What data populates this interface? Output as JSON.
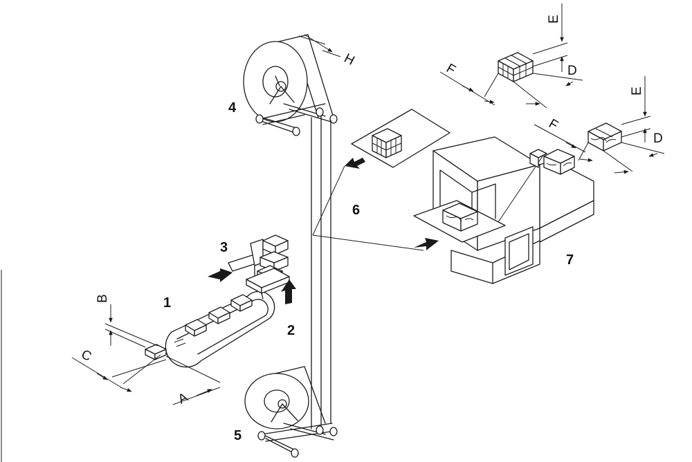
{
  "callouts": {
    "conveyor": "1",
    "lift": "2",
    "pusher": "3",
    "film_roll_top": "4",
    "film_roll_bottom": "5",
    "film_sealing": "6",
    "shrink_tunnel": "7"
  },
  "dimensions": {
    "A": "A",
    "B": "B",
    "C": "C",
    "D_top": "D",
    "D_side": "D",
    "E_top": "E",
    "E_side": "E",
    "F_top": "F",
    "F_side": "F",
    "H": "H"
  }
}
